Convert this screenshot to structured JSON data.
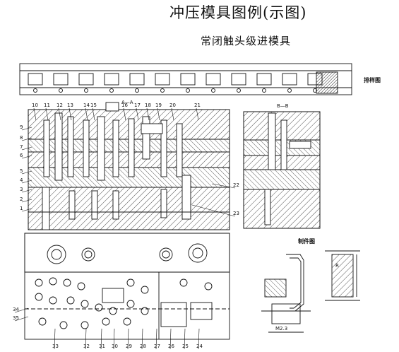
{
  "title": "冲压模具图例(示图)",
  "subtitle": "常闭触头级进模具",
  "labels": {
    "strip_layout": "排样图",
    "part_drawing": "制件图",
    "section_aa": "A—A",
    "section_bb": "B—B",
    "dim_m23": "M2.3",
    "dim_r": "R"
  },
  "callouts_top": [
    "10",
    "11",
    "12",
    "13",
    "14",
    "15",
    "16",
    "17",
    "18",
    "19",
    "20",
    "21"
  ],
  "callouts_left": [
    "9",
    "8",
    "7",
    "6",
    "5",
    "4",
    "3",
    "2",
    "1"
  ],
  "callouts_right": [
    "22",
    "23"
  ],
  "callouts_bottom": [
    "33",
    "32",
    "31",
    "30",
    "29",
    "28",
    "27",
    "26",
    "25",
    "24"
  ],
  "callouts_bottom_left": [
    "34",
    "35"
  ]
}
